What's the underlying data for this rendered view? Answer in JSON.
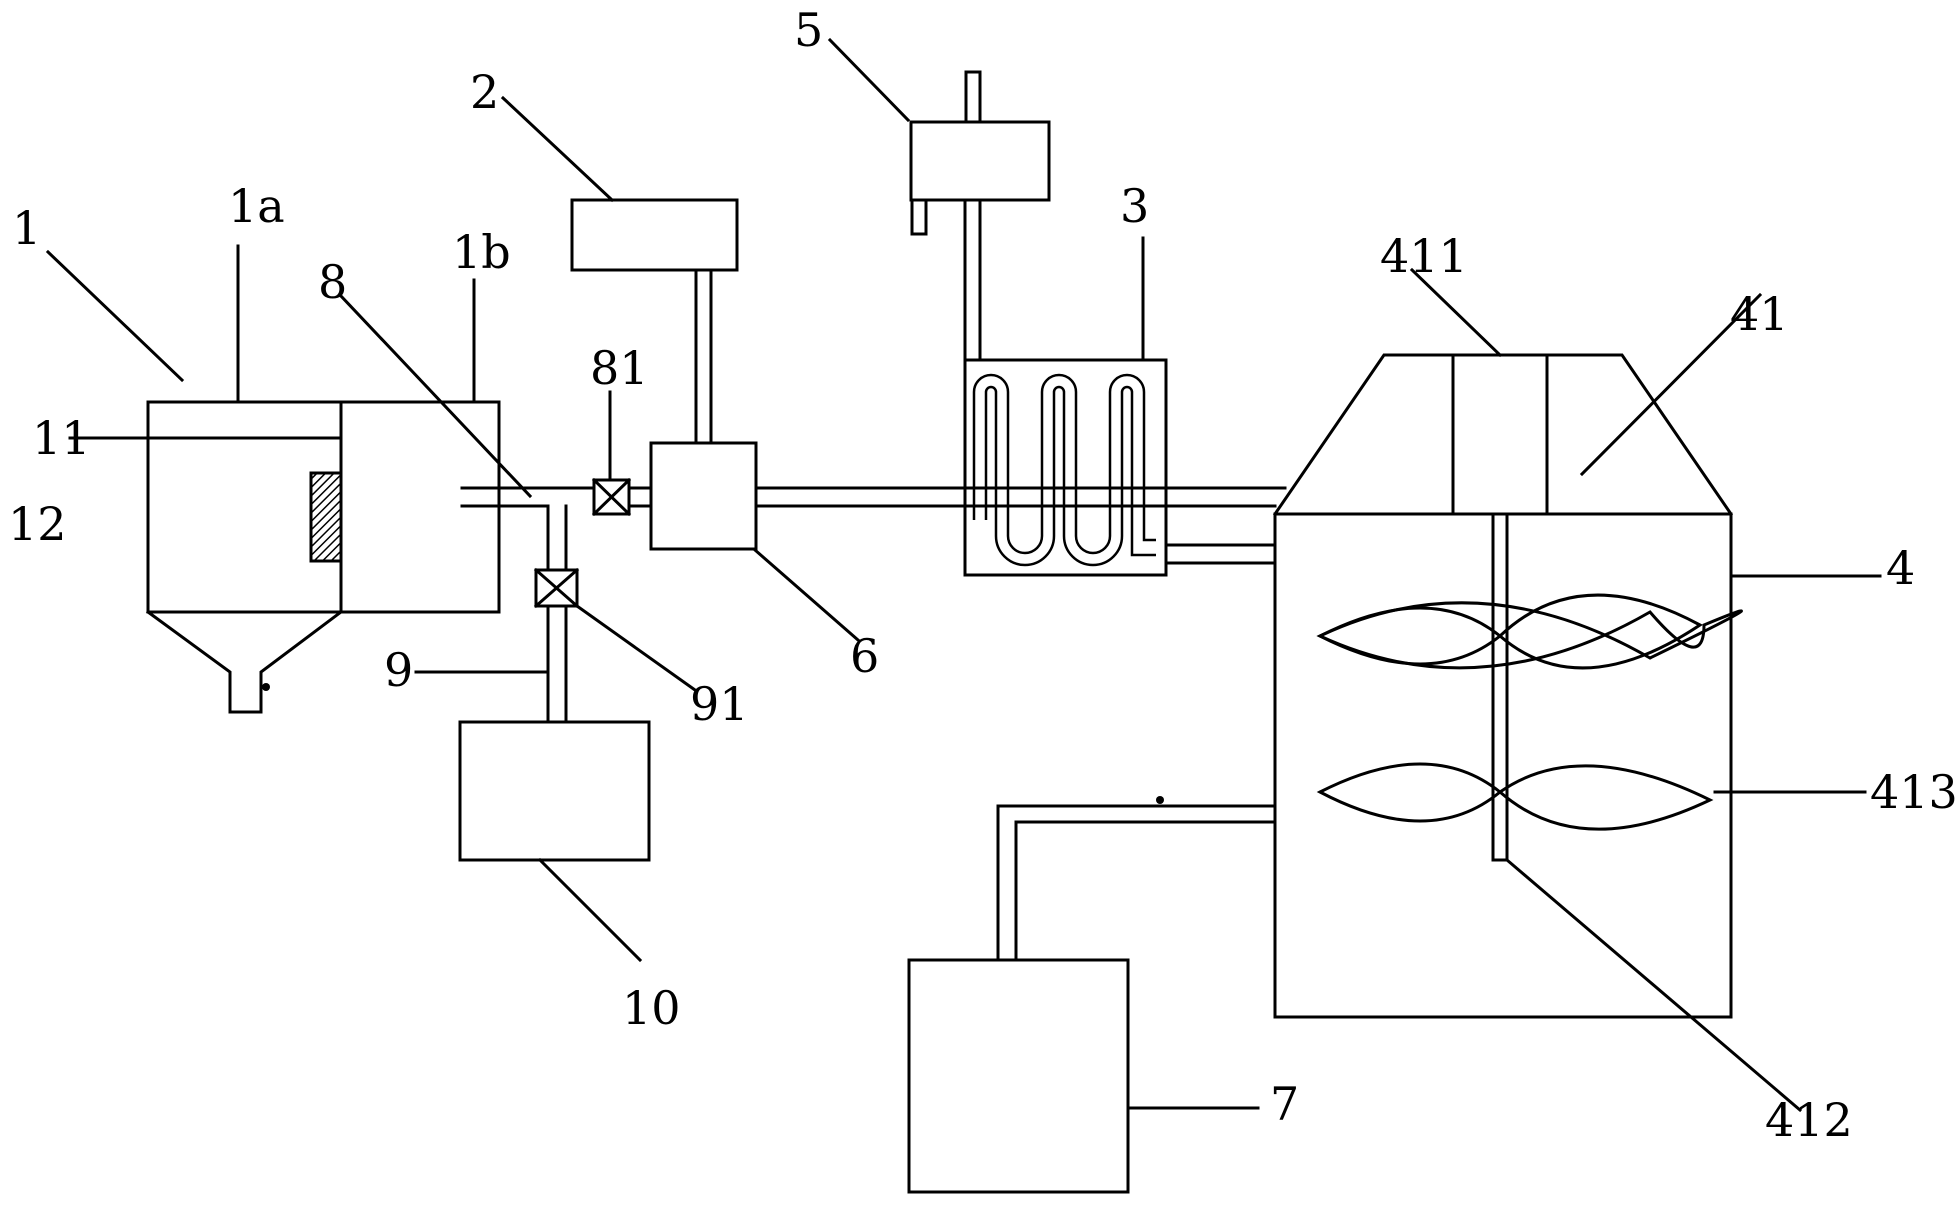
{
  "labels": {
    "l1": "1",
    "l1a": "1a",
    "l1b": "1b",
    "l11": "11",
    "l12": "12",
    "l8": "8",
    "l81": "81",
    "l2": "2",
    "l5": "5",
    "l3": "3",
    "l411": "411",
    "l41": "41",
    "l4": "4",
    "l6": "6",
    "l9": "9",
    "l91": "91",
    "l10": "10",
    "l413": "413",
    "l412": "412",
    "l7": "7"
  }
}
